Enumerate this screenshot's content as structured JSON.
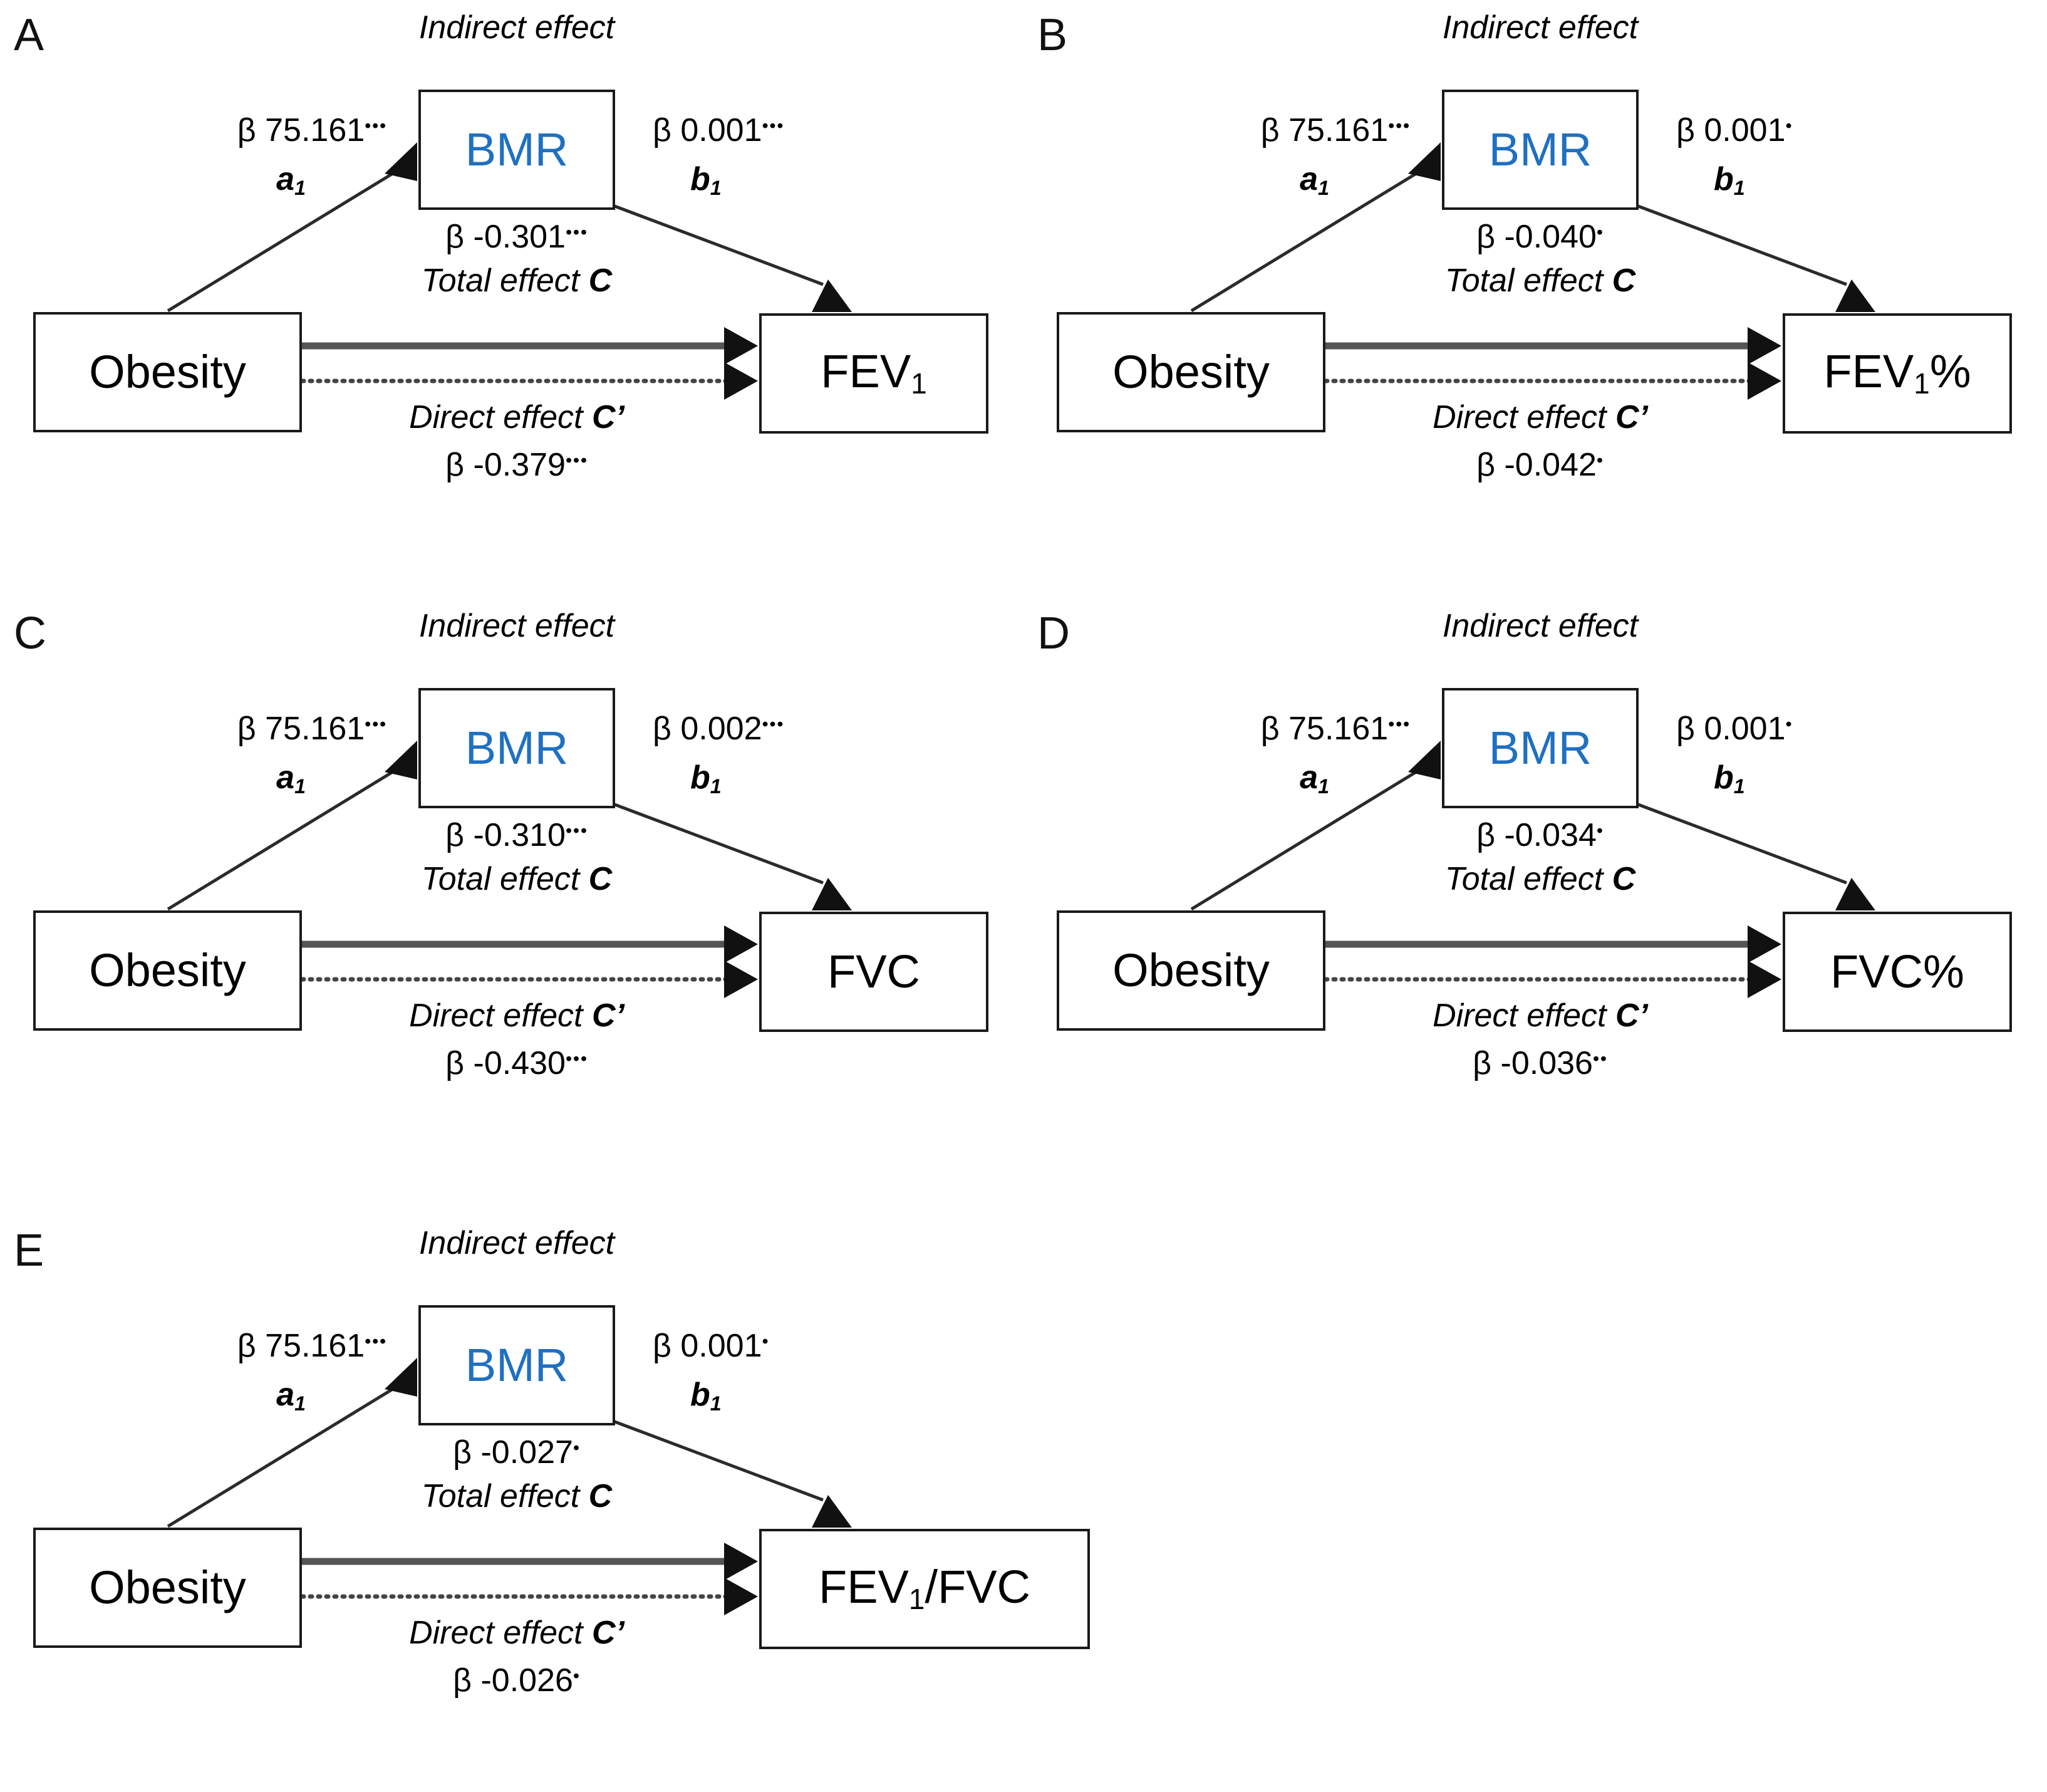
{
  "figure": {
    "type": "mediation-diagram-grid",
    "node_blue_color": "#1f70c1",
    "line_color": "#2b2b2b",
    "total_effect_line_color": "#555555"
  },
  "common": {
    "mediator_label": "BMR",
    "predictor_label": "Obesity",
    "indirect_effect_label": "Indirect effect",
    "total_effect_label": "Total effect",
    "direct_effect_label": "Direct effect",
    "total_effect_coef": "C",
    "direct_effect_coef": "C’",
    "path_a_coef": "a",
    "path_b_coef": "b",
    "path_coef_subscript": "1",
    "beta_symbol": "β"
  },
  "panels": [
    {
      "letter": "A",
      "outcome": "FEV",
      "outcome_sub": "1",
      "outcome_suffix": "",
      "a_path_beta": "β 75.161",
      "a_path_stars": "•••",
      "b_path_beta": "β 0.001",
      "b_path_stars": "•••",
      "total_beta": "β -0.301",
      "total_stars": "•••",
      "direct_beta": "β -0.379",
      "direct_stars": "•••"
    },
    {
      "letter": "B",
      "outcome": "FEV",
      "outcome_sub": "1",
      "outcome_suffix": "%",
      "a_path_beta": "β 75.161",
      "a_path_stars": "•••",
      "b_path_beta": "β 0.001",
      "b_path_stars": "•",
      "total_beta": "β -0.040",
      "total_stars": "•",
      "direct_beta": "β -0.042",
      "direct_stars": "•"
    },
    {
      "letter": "C",
      "outcome": "FVC",
      "outcome_sub": "",
      "outcome_suffix": "",
      "a_path_beta": "β 75.161",
      "a_path_stars": "•••",
      "b_path_beta": "β 0.002",
      "b_path_stars": "•••",
      "total_beta": "β -0.310",
      "total_stars": "•••",
      "direct_beta": "β -0.430",
      "direct_stars": "•••"
    },
    {
      "letter": "D",
      "outcome": "FVC",
      "outcome_sub": "",
      "outcome_suffix": "%",
      "a_path_beta": "β 75.161",
      "a_path_stars": "•••",
      "b_path_beta": "β 0.001",
      "b_path_stars": "•",
      "total_beta": "β -0.034",
      "total_stars": "•",
      "direct_beta": "β -0.036",
      "direct_stars": "••"
    },
    {
      "letter": "E",
      "outcome": "FEV",
      "outcome_sub": "1",
      "outcome_suffix": "/FVC",
      "a_path_beta": "β 75.161",
      "a_path_stars": "•••",
      "b_path_beta": "β 0.001",
      "b_path_stars": "•",
      "total_beta": "β -0.027",
      "total_stars": "•",
      "direct_beta": "β -0.026",
      "direct_stars": "•"
    }
  ]
}
